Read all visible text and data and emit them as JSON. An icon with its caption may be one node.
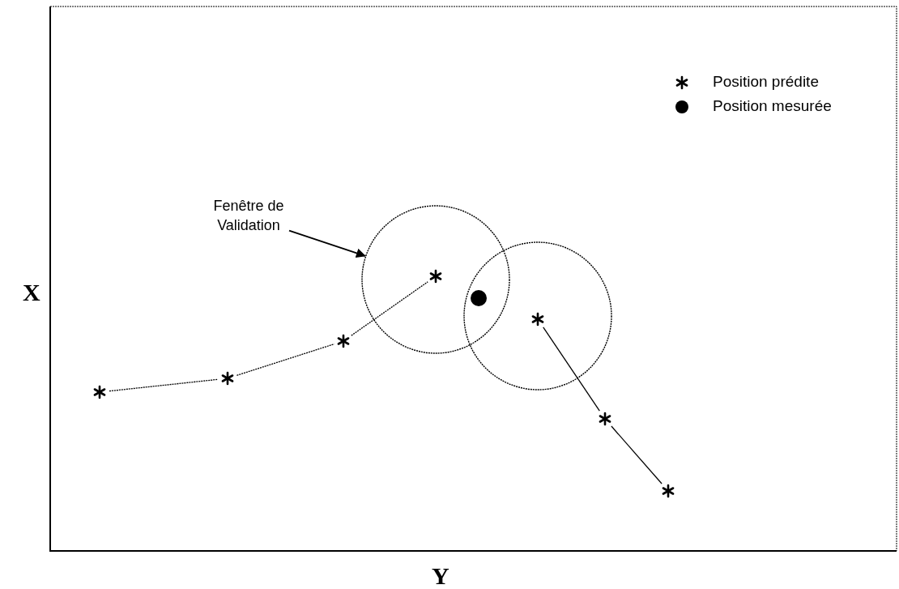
{
  "diagram": {
    "nodes": [
      {
        "text": [
          "Fenêtre de Validation"
        ]
      },
      {
        "text": [],
        "shape": "circle"
      },
      {
        "text": [],
        "shape": "circle"
      },
      {
        "text": [],
        "shape": "star"
      },
      {
        "text": [],
        "shape": "star"
      },
      {
        "text": [],
        "shape": "star"
      },
      {
        "text": [],
        "shape": "star",
        "in": 1
      },
      {
        "text": [],
        "shape": "dot"
      },
      {
        "text": [],
        "shape": "star",
        "in": 2
      },
      {
        "text": [],
        "shape": "star"
      },
      {
        "text": [],
        "shape": "star"
      }
    ],
    "edges": [
      {
        "from": 0,
        "to": 1,
        "arrow": "to"
      },
      {
        "from": 3,
        "to": 4,
        "arrow": "none",
        "style": "dashed"
      },
      {
        "from": 4,
        "to": 5,
        "arrow": "none",
        "style": "dashed"
      },
      {
        "from": 5,
        "to": 6,
        "arrow": "none",
        "style": "dashed"
      },
      {
        "from": 8,
        "to": 9,
        "arrow": "none"
      },
      {
        "from": 9,
        "to": 10,
        "arrow": "none"
      }
    ],
    "labels": [
      "X",
      "Y"
    ],
    "legend": [
      {
        "text": "Position prédite"
      },
      {
        "text": "Position mesurée"
      }
    ]
  }
}
